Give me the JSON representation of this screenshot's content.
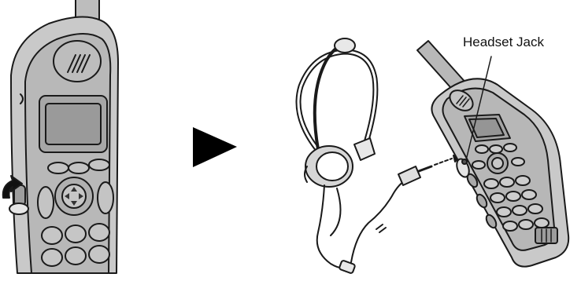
{
  "diagram": {
    "callout_label": "Headset Jack",
    "colors": {
      "stroke": "#1a1a1a",
      "handset_body": "#c9c9c9",
      "handset_face": "#b3b3b3",
      "handset_dark": "#8f8f8f",
      "arrow": "#000000",
      "background": "#ffffff"
    },
    "steps": [
      {
        "name": "open-jack-cover",
        "icon": "rotate-arrow-icon"
      },
      {
        "name": "next-step",
        "icon": "play-arrow-icon"
      },
      {
        "name": "insert-plug",
        "icon": "insert-arrow-icon"
      }
    ]
  }
}
